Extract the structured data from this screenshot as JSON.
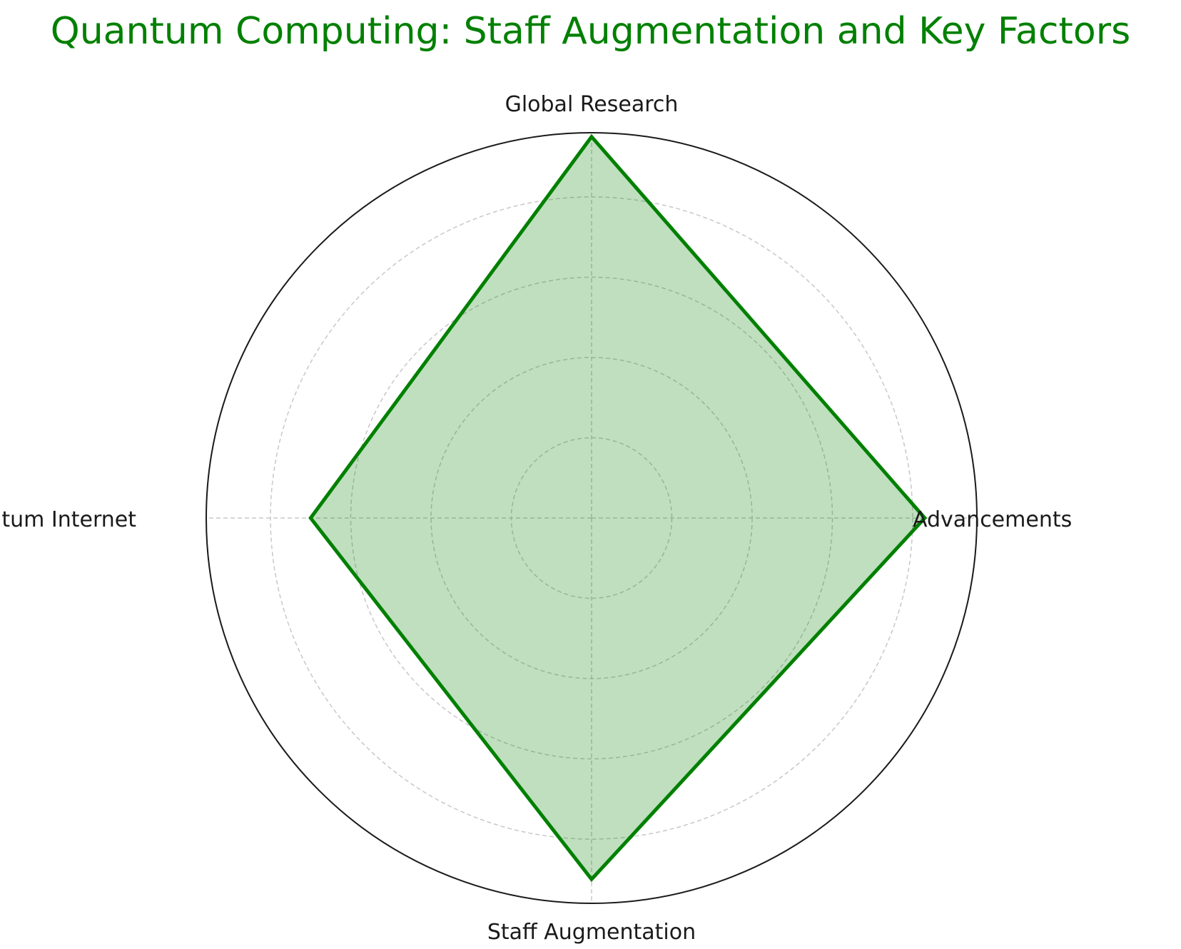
{
  "chart_data": {
    "type": "radar",
    "title": "Quantum Computing: Staff Augmentation and Key Factors",
    "categories": [
      "Global Research",
      "Advancements",
      "Staff Augmentation",
      "Quantum Internet"
    ],
    "series": [
      {
        "values": [
          95,
          83,
          90,
          70
        ]
      }
    ],
    "rlim": [
      0,
      96
    ],
    "rgrid": [
      20,
      40,
      60,
      80
    ],
    "rtick_labels_visible": false,
    "grid": true,
    "legend": "none",
    "colors": {
      "line": "#008000",
      "fill": "#008000",
      "title": "#008000",
      "frame": "#1a1a1a",
      "grid": "#c8c8c8"
    }
  }
}
